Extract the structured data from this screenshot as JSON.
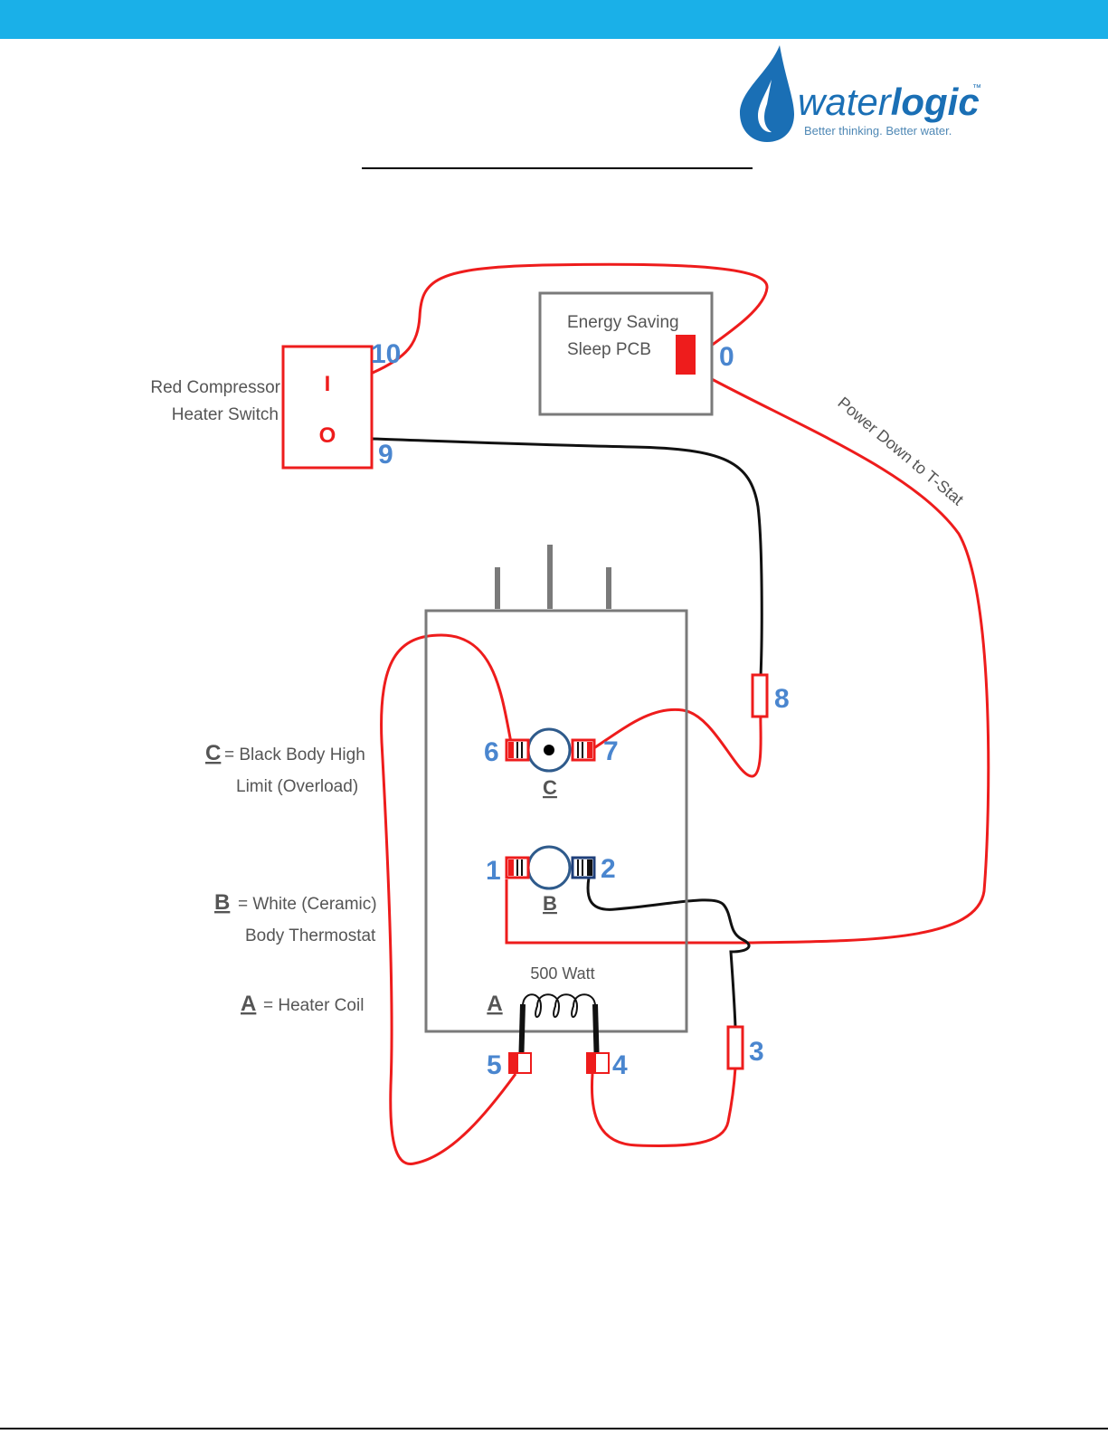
{
  "header": {
    "bar_color": "#1ab0e8",
    "logo": {
      "name_light": "water",
      "name_bold": "logic",
      "trademark": "™",
      "tagline": "Better thinking. Better water."
    }
  },
  "diagram": {
    "switch": {
      "label_line1": "Red Compressor",
      "label_line2": "Heater Switch",
      "on_symbol": "I",
      "off_symbol": "O"
    },
    "pcb": {
      "label_line1": "Energy Saving",
      "label_line2": "Sleep PCB"
    },
    "wire_label": "Power Down to T-Stat",
    "terminals": [
      "10",
      "9",
      "0",
      "8",
      "6",
      "7",
      "1",
      "2",
      "3",
      "4",
      "5"
    ],
    "components": {
      "c_letter": "C",
      "b_letter": "B",
      "a_letter": "A",
      "heater_watt": "500 Watt"
    },
    "legend": {
      "c": {
        "letter": "C",
        "line1": "= Black Body High",
        "line2": "Limit (Overload)"
      },
      "b": {
        "letter": "B",
        "line1": "= White (Ceramic)",
        "line2": "Body Thermostat"
      },
      "a": {
        "letter": "A",
        "line1": "= Heater Coil"
      }
    },
    "colors": {
      "wire_red": "#ee1c1c",
      "wire_black": "#111111",
      "number_blue": "#4a86cf",
      "box_gray": "#7a7a7a"
    }
  }
}
